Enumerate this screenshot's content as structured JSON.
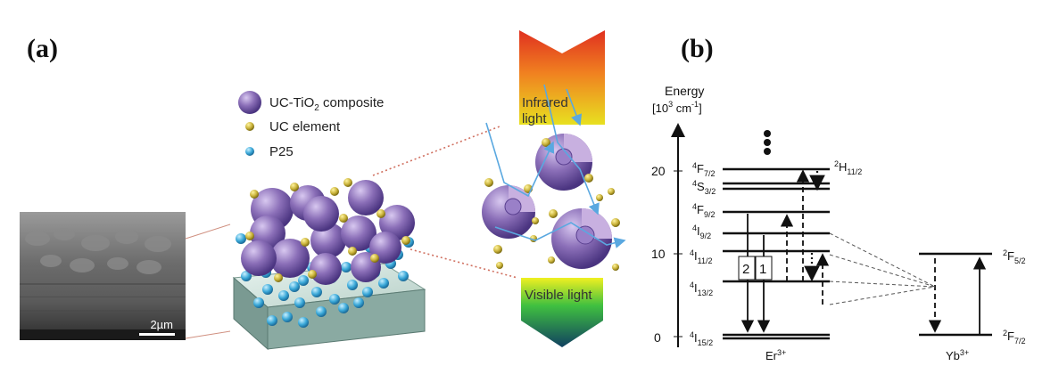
{
  "panels": {
    "a": "(a)",
    "b": "(b)"
  },
  "legend": {
    "composite": "UC-TiO",
    "composite_sub": "2",
    "composite_rest": " composite",
    "element": "UC element",
    "p25": "P25"
  },
  "sem_scale": "2µm",
  "arrow_labels": {
    "infrared_1": "Infrared",
    "infrared_2": "light",
    "visible": "Visible light"
  },
  "energy_axis": {
    "title": "Energy",
    "unit_pre": "[10",
    "unit_sup": "3",
    "unit_mid": " cm",
    "unit_sup2": "-1",
    "unit_post": "]",
    "ticks": [
      "20",
      "10",
      "0"
    ]
  },
  "er_levels": [
    {
      "main": "4",
      "letter": "F",
      "sub": "7/2"
    },
    {
      "main": "4",
      "letter": "S",
      "sub": "3/2"
    },
    {
      "main": "4",
      "letter": "F",
      "sub": "9/2"
    },
    {
      "main": "4",
      "letter": "I",
      "sub": "9/2"
    },
    {
      "main": "4",
      "letter": "I",
      "sub": "11/2"
    },
    {
      "main": "4",
      "letter": "I",
      "sub": "13/2"
    },
    {
      "main": "4",
      "letter": "I",
      "sub": "15/2"
    }
  ],
  "h_level": {
    "main": "2",
    "letter": "H",
    "sub": "11/2"
  },
  "yb_levels": [
    {
      "main": "2",
      "letter": "F",
      "sub": "5/2"
    },
    {
      "main": "2",
      "letter": "F",
      "sub": "7/2"
    }
  ],
  "transitions": [
    "2",
    "1"
  ],
  "ion_labels": {
    "er": "Er",
    "er_sup": "3+",
    "yb": "Yb",
    "yb_sup": "3+"
  },
  "colors": {
    "sphere": "#8b6fb8",
    "gold": "#c9b23a",
    "p25": "#3aa8d8",
    "arrow": "#5aa8e0"
  }
}
